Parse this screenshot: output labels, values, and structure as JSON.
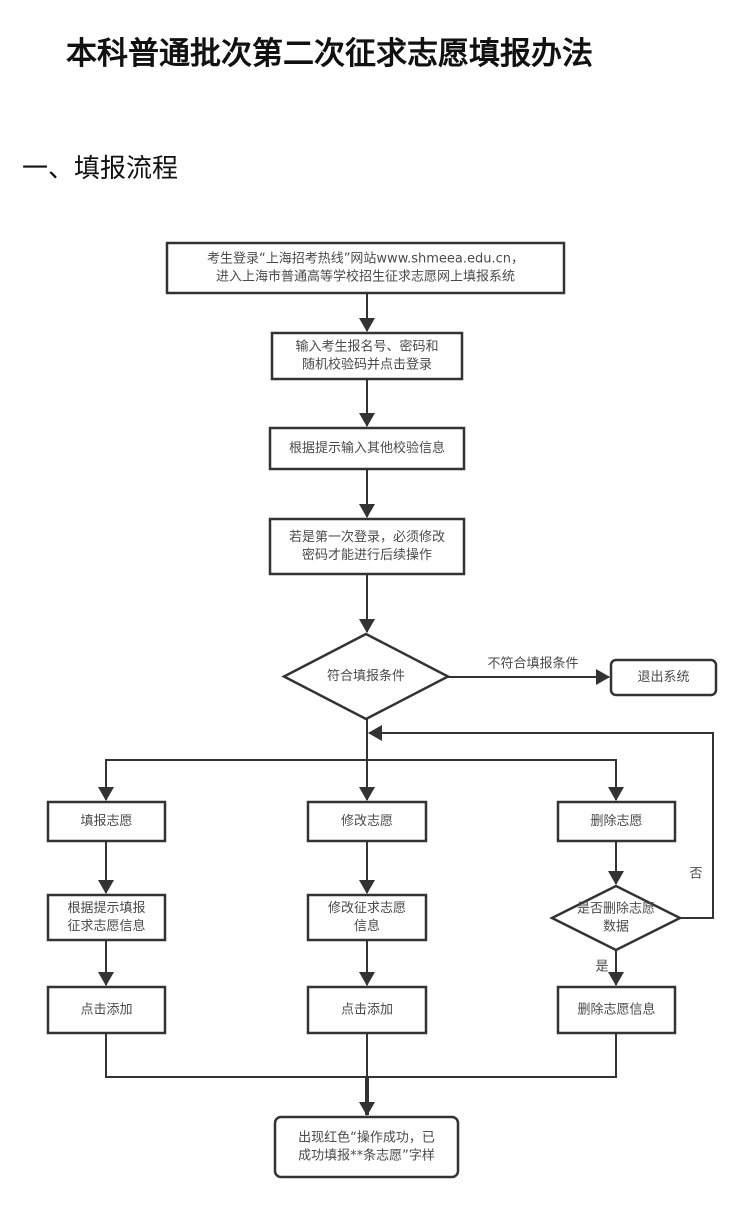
{
  "document": {
    "title": "本科普通批次第二次征求志愿填报办法",
    "section_heading": "一、填报流程"
  },
  "flowchart": {
    "nodes": {
      "login_site": {
        "lines": [
          "考生登录“上海招考热线”网站www.shmeea.edu.cn，",
          "进入上海市普通高等学校招生征求志愿网上填报系统"
        ],
        "shape": "rect"
      },
      "enter_credentials": {
        "lines": [
          "输入考生报名号、密码和",
          "随机校验码并点击登录"
        ],
        "shape": "rect"
      },
      "verify_info": {
        "lines": [
          "根据提示输入其他校验信息"
        ],
        "shape": "rect"
      },
      "change_password": {
        "lines": [
          "若是第一次登录，必须修改",
          "密码才能进行后续操作"
        ],
        "shape": "rect"
      },
      "eligibility_check": {
        "lines": [
          "符合填报条件"
        ],
        "shape": "diamond"
      },
      "exit_system": {
        "lines": [
          "退出系统"
        ],
        "shape": "rounded-rect"
      },
      "fill_choice": {
        "lines": [
          "填报志愿"
        ],
        "shape": "rect"
      },
      "fill_info": {
        "lines": [
          "根据提示填报",
          "征求志愿信息"
        ],
        "shape": "rect"
      },
      "fill_add": {
        "lines": [
          "点击添加"
        ],
        "shape": "rect"
      },
      "modify_choice": {
        "lines": [
          "修改志愿"
        ],
        "shape": "rect"
      },
      "modify_info": {
        "lines": [
          "修改征求志愿",
          "信息"
        ],
        "shape": "rect"
      },
      "modify_add": {
        "lines": [
          "点击添加"
        ],
        "shape": "rect"
      },
      "delete_choice": {
        "lines": [
          "删除志愿"
        ],
        "shape": "rect"
      },
      "delete_confirm": {
        "lines": [
          "是否删除志愿",
          "数据"
        ],
        "shape": "diamond"
      },
      "delete_info": {
        "lines": [
          "删除志愿信息"
        ],
        "shape": "rect"
      },
      "success_message": {
        "lines": [
          "出现红色“操作成功，已",
          "成功填报**条志愿”字样"
        ],
        "shape": "rounded-rect"
      }
    },
    "edge_labels": {
      "not_eligible": "不符合填报条件",
      "no": "否",
      "yes": "是"
    },
    "colors": {
      "stroke": "#333333",
      "text": "#4a4a4a",
      "fill": "#ffffff"
    }
  }
}
